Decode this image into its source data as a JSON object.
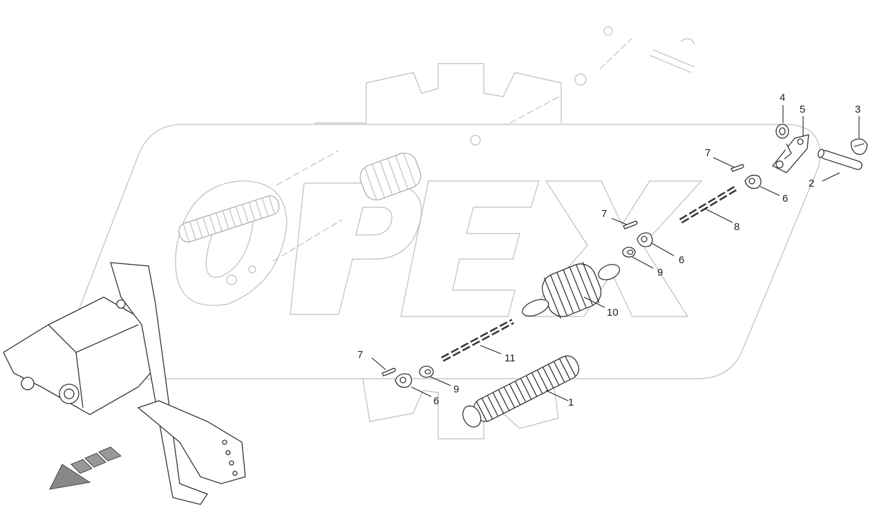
{
  "watermark": {
    "text": "OPEX"
  },
  "callouts": {
    "c1": "1",
    "c2": "2",
    "c3": "3",
    "c4": "4",
    "c5": "5",
    "c6a": "6",
    "c6b": "6",
    "c6c": "6",
    "c7a": "7",
    "c7b": "7",
    "c7c": "7",
    "c8": "8",
    "c9a": "9",
    "c9b": "9",
    "c10": "10",
    "c11": "11"
  },
  "colors": {
    "ink": "#222222",
    "watermark": "#bdbdbd"
  }
}
